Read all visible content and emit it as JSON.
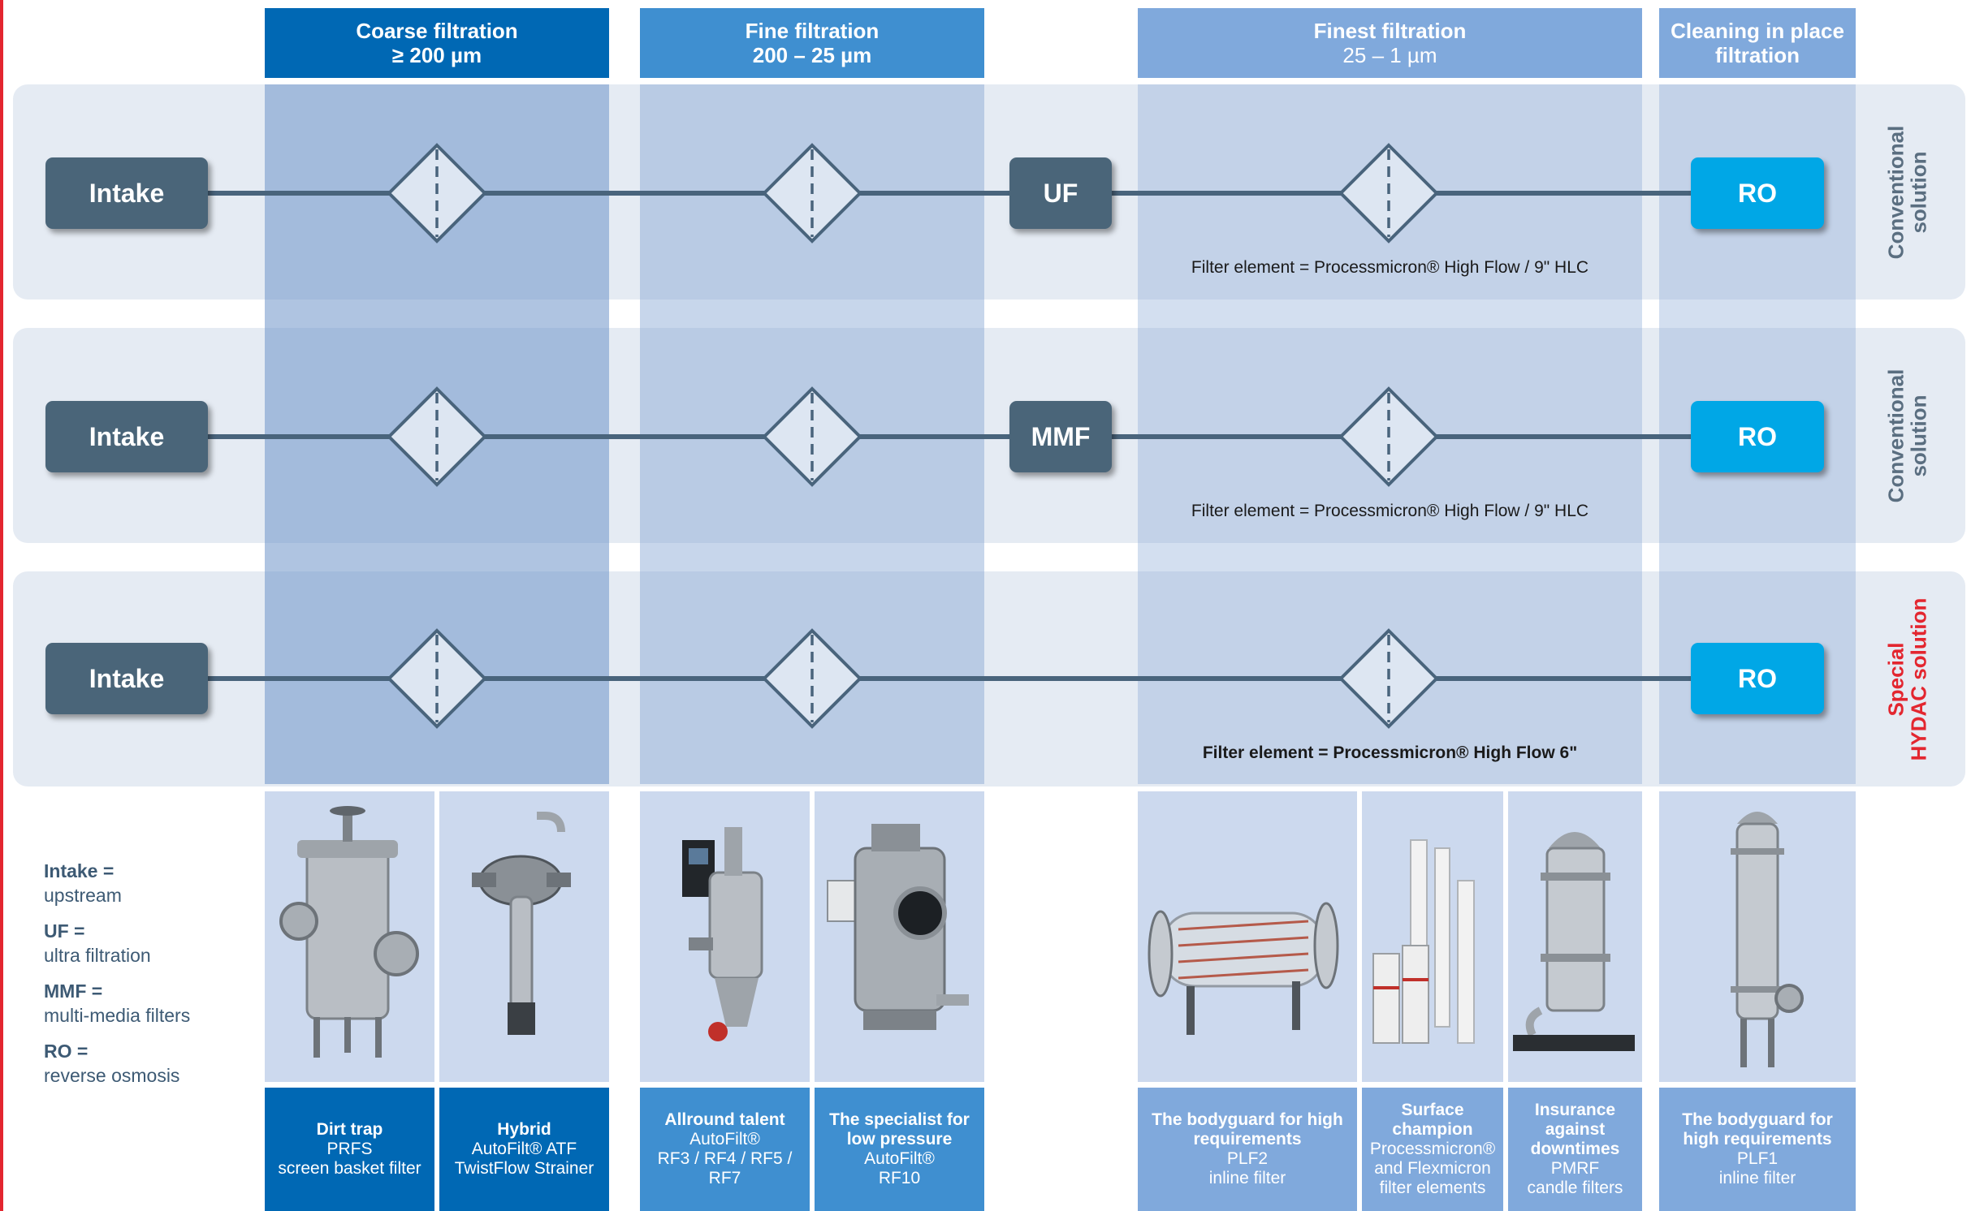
{
  "columns": [
    {
      "title": "Coarse filtration",
      "subtitle": "≥ 200 µm"
    },
    {
      "title": "Fine filtration",
      "subtitle": "200 – 25 µm"
    },
    {
      "title": "Finest filtration",
      "subtitle": "25 – 1 µm"
    },
    {
      "title": "Cleaning in place",
      "subtitle": "filtration"
    }
  ],
  "rows": [
    {
      "intake": "Intake",
      "mid": "UF",
      "ro": "RO",
      "filter_element": "Filter element = Processmicron® High Flow / 9\" HLC",
      "side": [
        "Conventional",
        "solution"
      ]
    },
    {
      "intake": "Intake",
      "mid": "MMF",
      "ro": "RO",
      "filter_element": "Filter element = Processmicron® High Flow / 9\" HLC",
      "side": [
        "Conventional",
        "solution"
      ]
    },
    {
      "intake": "Intake",
      "mid": "",
      "ro": "RO",
      "filter_element": "Filter element = Processmicron® High Flow 6\"",
      "side": [
        "Special",
        "HYDAC solution"
      ]
    }
  ],
  "legend": [
    {
      "key": "Intake =",
      "value": "upstream"
    },
    {
      "key": "UF =",
      "value": "ultra filtration"
    },
    {
      "key": "MMF =",
      "value": "multi-media filters"
    },
    {
      "key": "RO =",
      "value": "reverse osmosis"
    }
  ],
  "products": [
    {
      "title": "Dirt trap",
      "lines": [
        "PRFS",
        "screen basket filter"
      ],
      "icon": "screen-basket-filter-icon"
    },
    {
      "title": "Hybrid",
      "lines": [
        "AutoFilt® ATF",
        "TwistFlow Strainer"
      ],
      "icon": "twistflow-strainer-icon"
    },
    {
      "title": "Allround talent",
      "lines": [
        "AutoFilt®",
        "RF3 / RF4 / RF5 /",
        "RF7"
      ],
      "icon": "autofilt-rf-icon"
    },
    {
      "title": "The specialist for low pressure",
      "lines": [
        "AutoFilt®",
        "RF10"
      ],
      "icon": "autofilt-rf10-icon"
    },
    {
      "title": "The bodyguard for high requirements",
      "lines": [
        "PLF2",
        "inline filter"
      ],
      "icon": "plf2-inline-filter-icon"
    },
    {
      "title": "Surface champion",
      "lines": [
        "Processmicron®",
        "and Flexmicron",
        "filter elements"
      ],
      "icon": "filter-elements-icon"
    },
    {
      "title": "Insurance against downtimes",
      "lines": [
        "PMRF",
        "candle filters"
      ],
      "icon": "candle-filter-icon"
    },
    {
      "title": "The bodyguard for high requirements",
      "lines": [
        "PLF1",
        "inline filter"
      ],
      "icon": "plf1-inline-filter-icon"
    }
  ],
  "colors": {
    "dark_blue": "#0068b4",
    "mid_blue": "#3f8fd0",
    "light_blue": "#80a9dc",
    "node": "#4a6579",
    "ro": "#00a7e6",
    "accent_red": "#e3262f"
  }
}
